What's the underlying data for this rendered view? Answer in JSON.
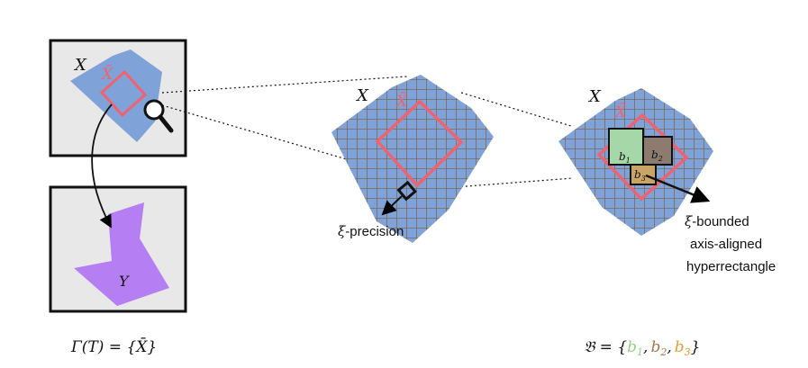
{
  "labels": {
    "panel1_x": "X",
    "panel1_xbar": "X̄",
    "panel1_y": "Y",
    "panel2_x": "X",
    "panel2_xbar": "X̄",
    "panel3_x": "X",
    "panel3_xbar": "X̄",
    "precision_xi": "ξ",
    "precision_text": "-precision",
    "bounded_xi": "ξ",
    "bounded_line1": "-bounded",
    "bounded_line2": "axis-aligned",
    "bounded_line3": "hyperrectangle",
    "box_b1": "b",
    "box_b1_sub": "1",
    "box_b2": "b",
    "box_b2_sub": "2",
    "box_b3": "b",
    "box_b3_sub": "3"
  },
  "formulas": {
    "gamma_left": "Γ(T) = {",
    "gamma_xbar": "X̄",
    "gamma_right": "}",
    "set_prefix": "𝔅 = {",
    "set_b": "b",
    "sub1": "1",
    "sub2": "2",
    "sub3": "3",
    "comma": ",",
    "set_close": "}"
  },
  "colors": {
    "region_blue": "#7fa3d9",
    "grid_brown": "#7a6a5a",
    "xbar_red": "#f0636e",
    "y_purple": "#b57ef2",
    "panel_gray": "#e8e8e8",
    "b1_green": "#8fd27e",
    "b2_brown": "#a07850",
    "b3_orange": "#e0a030",
    "box_b1_fill": "#a6d7a8",
    "box_b2_fill": "#8c7b6e",
    "box_b3_fill": "#c9a464"
  }
}
